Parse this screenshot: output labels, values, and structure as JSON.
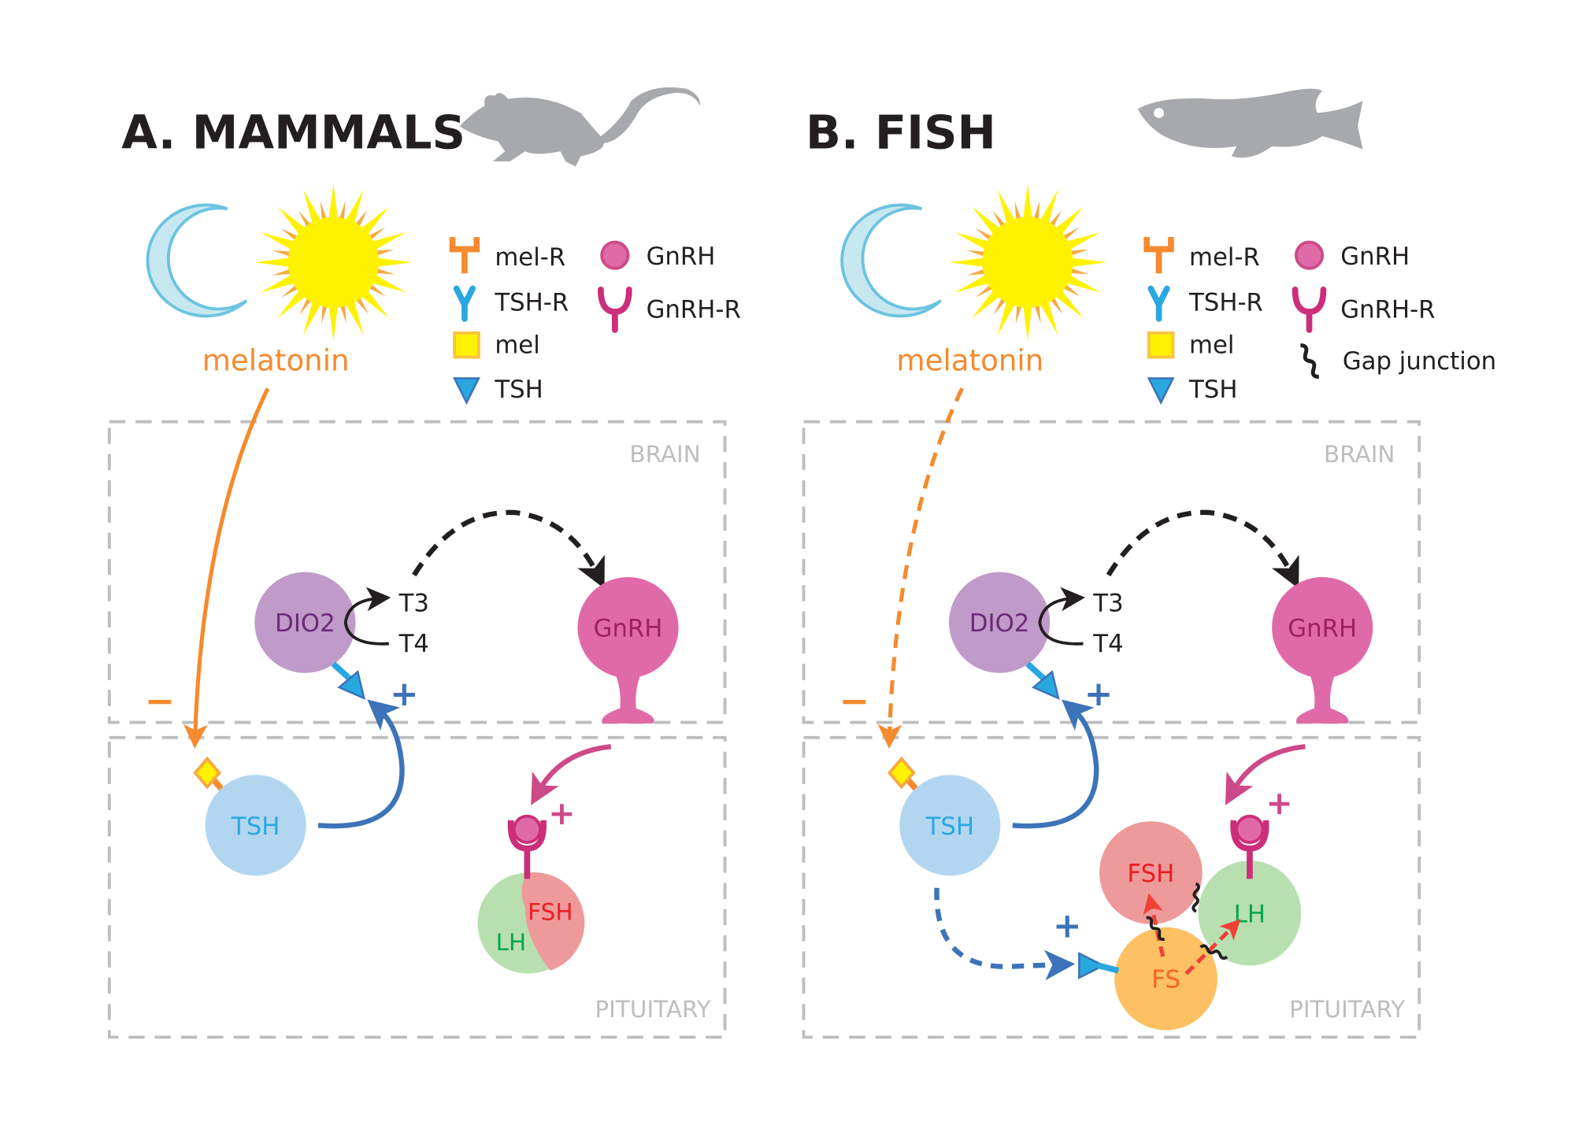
{
  "panels": [
    {
      "title": "A. MAMMALS",
      "melatonin": "melatonin",
      "legend": {
        "mel_r": "mel-R",
        "tsh_r": "TSH-R",
        "mel": "mel",
        "tsh": "TSH",
        "gnrh": "GnRH",
        "gnrh_r": "GnRH-R"
      },
      "brain": "BRAIN",
      "pituitary": "PITUITARY",
      "dio2": "DIO2",
      "t3": "T3",
      "t4": "T4",
      "gnrh_cell": "GnRH",
      "tsh_cell": "TSH",
      "fsh": "FSH",
      "lh": "LH",
      "minus": "−",
      "plus": "+"
    },
    {
      "title": "B. FISH",
      "melatonin": "melatonin",
      "legend": {
        "mel_r": "mel-R",
        "tsh_r": "TSH-R",
        "mel": "mel",
        "tsh": "TSH",
        "gnrh": "GnRH",
        "gnrh_r": "GnRH-R",
        "gap": "Gap junction"
      },
      "brain": "BRAIN",
      "pituitary": "PITUITARY",
      "dio2": "DIO2",
      "t3": "T3",
      "t4": "T4",
      "gnrh_cell": "GnRH",
      "tsh_cell": "TSH",
      "fsh": "FSH",
      "lh": "LH",
      "fs": "FS",
      "minus": "−",
      "plus": "+"
    }
  ],
  "colors": {
    "orange": "#f58a2e",
    "blue": "#3c73b9",
    "cyan": "#29a8e0",
    "pink": "#cc4a87",
    "gnrh": "#e06aa8",
    "dio2": "#c09ac8",
    "tsh_cell": "#b3d6f0",
    "fsh": "#ee9a9a",
    "lh": "#b8dfb0",
    "fs": "#fdc063",
    "red": "#ef4136"
  }
}
